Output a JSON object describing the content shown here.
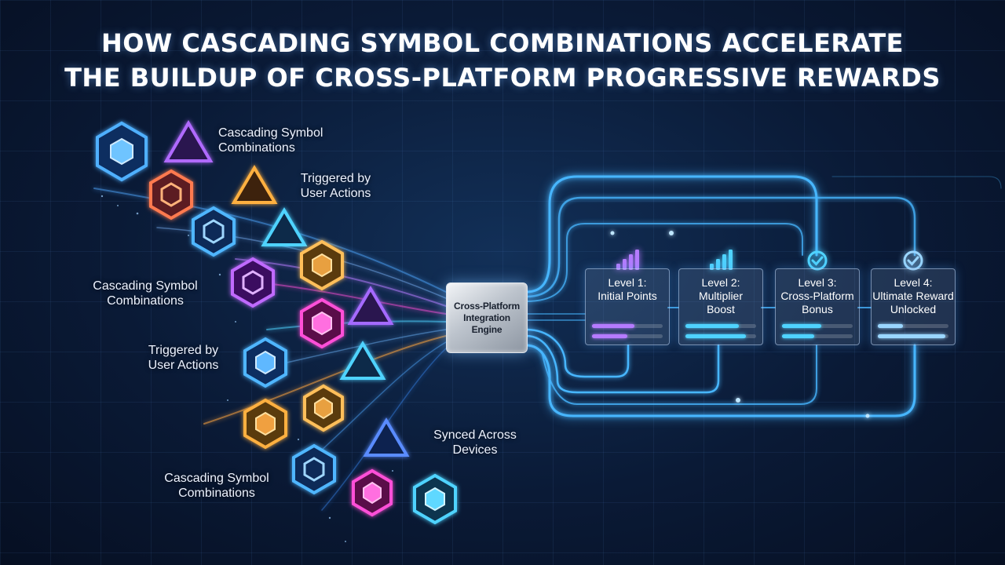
{
  "title": {
    "line1": "HOW CASCADING SYMBOL COMBINATIONS ACCELERATE",
    "line2": "THE BUILDUP OF CROSS-PLATFORM PROGRESSIVE REWARDS"
  },
  "labels": {
    "cascading_1": "Cascading Symbol\nCombinations",
    "triggered_1": "Triggered by\nUser Actions",
    "cascading_2": "Cascading Symbol\nCombinations",
    "triggered_2": "Triggered by\nUser Actions",
    "synced": "Synced Across\nDevices",
    "cascading_3": "Cascading Symbol\nCombinations"
  },
  "engine": {
    "label": "Cross-Platform\nIntegration\nEngine"
  },
  "levels": [
    {
      "title": "Level 1:\nInitial Points",
      "icon": "bar-chart-icon",
      "progress": [
        0.6,
        0.5
      ],
      "color": "#b57bff"
    },
    {
      "title": "Level 2:\nMultiplier\nBoost",
      "icon": "bar-chart-icon",
      "progress": [
        0.75,
        0.85
      ],
      "color": "#4fd3ff"
    },
    {
      "title": "Level 3:\nCross-Platform\nBonus",
      "icon": "check-circle-icon",
      "progress": [
        0.55,
        0.45
      ],
      "color": "#4fd3ff"
    },
    {
      "title": "Level 4:\nUltimate Reward\nUnlocked",
      "icon": "check-circle-icon",
      "progress": [
        0.35,
        0.95
      ],
      "color": "#9ad6ff"
    }
  ],
  "colors": {
    "accent_blue": "#3aa8ff",
    "accent_cyan": "#4fd3ff",
    "accent_purple": "#a55cff",
    "accent_pink": "#ff4fd8",
    "accent_orange": "#ffa640",
    "accent_red": "#ff6a5a"
  }
}
